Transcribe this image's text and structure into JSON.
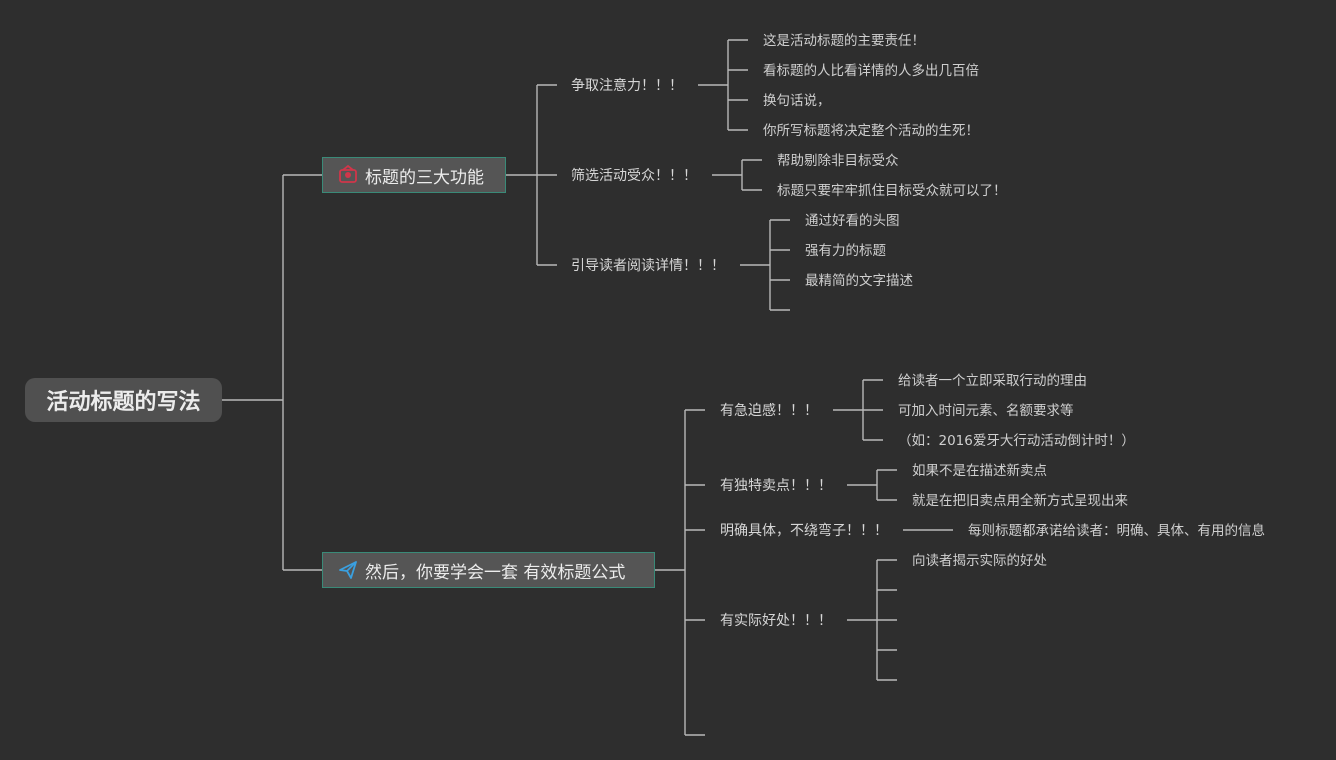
{
  "root": {
    "label": "活动标题的写法"
  },
  "branches": [
    {
      "label": "标题的三大功能",
      "icon": "badge-icon",
      "children": [
        {
          "label": "争取注意力！！！",
          "leaves": [
            "这是活动标题的主要责任！",
            "看标题的人比看详情的人多出几百倍",
            "换句话说，",
            "你所写标题将决定整个活动的生死！"
          ]
        },
        {
          "label": "筛选活动受众！！！",
          "leaves": [
            "帮助剔除非目标受众",
            "标题只要牢牢抓住目标受众就可以了！"
          ]
        },
        {
          "label": "引导读者阅读详情！！！",
          "leaves": [
            "通过好看的头图",
            "强有力的标题",
            "最精简的文字描述",
            ""
          ]
        }
      ]
    },
    {
      "label": "然后，你要学会一套 有效标题公式",
      "icon": "paper-plane-icon",
      "children": [
        {
          "label": "有急迫感！！！",
          "leaves": [
            "给读者一个立即采取行动的理由",
            "可加入时间元素、名额要求等",
            "（如：2016爱牙大行动活动倒计时！）"
          ]
        },
        {
          "label": "有独特卖点！！！",
          "leaves": [
            "如果不是在描述新卖点",
            "就是在把旧卖点用全新方式呈现出来"
          ]
        },
        {
          "label": "明确具体，不绕弯子！！！",
          "leaves": [
            "每则标题都承诺给读者：明确、具体、有用的信息"
          ]
        },
        {
          "label": "有实际好处！！！",
          "leaves": [
            "向读者揭示实际的好处",
            "",
            "",
            "",
            ""
          ]
        },
        {
          "label": "",
          "leaves": []
        }
      ]
    }
  ],
  "colors": {
    "background": "#2e2e2e",
    "line": "#b8b8b8",
    "node_border": "#3a8a78",
    "icon_red": "#d0364a",
    "icon_blue": "#3aa0e0"
  }
}
